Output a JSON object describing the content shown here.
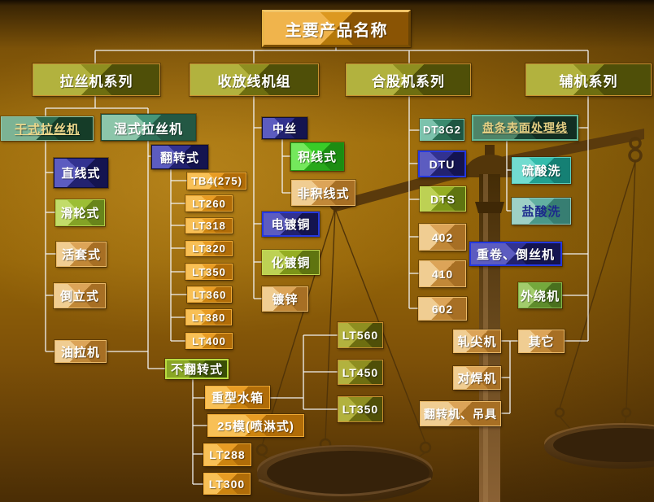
{
  "colors": {
    "background_gold": "#9a6a0a",
    "connector": "#f2f2f2",
    "box_orange": "#cc8410",
    "box_olive": "#6e6e10",
    "box_navy": "#222270",
    "box_tan": "#c18838",
    "box_green": "#2f7058",
    "box_turquoise": "#22a090",
    "link_text_gold": "#e4d084"
  },
  "nodes": {
    "title": "主要产品名称",
    "lasiji": "拉丝机系列",
    "shoufangxian": "收放线机组",
    "hegu": "合股机系列",
    "fuji": "辅机系列",
    "ganshi": "干式拉丝机",
    "shishi": "湿式拉丝机",
    "zhixianshi": "直线式",
    "hualunshi": "滑轮式",
    "huotaoshi": "活套式",
    "daolishi": "倒立式",
    "youlaji": "油拉机",
    "fanzhuanshi": "翻转式",
    "tb4": "TB4(275)",
    "lt260": "LT260",
    "lt318": "LT318",
    "lt320": "LT320",
    "lt350a": "LT350",
    "lt360": "LT360",
    "lt380": "LT380",
    "lt400": "LT400",
    "bufanzhuanshi": "不翻转式",
    "zhongxingshuixiang": "重型水箱",
    "mo25": "25模(喷淋式)",
    "lt288": "LT288",
    "lt300": "LT300",
    "lt560": "LT560",
    "lt450": "LT450",
    "lt350b": "LT350",
    "zhongsi": "中丝",
    "jixianshi": "积线式",
    "feijixianshi": "非积线式",
    "diandutong": "电镀铜",
    "huadutong": "化镀铜",
    "duxin": "镀锌",
    "dt3g2": "DT3G2",
    "dtu": "DTU",
    "dts": "DTS",
    "n402": "402",
    "n410": "410",
    "n602": "602",
    "pantiao": "盘条表面处理线",
    "liusuanxi": "硫酸洗",
    "yansuanxi": "盐酸洗",
    "zhongjuan": "重卷、倒丝机",
    "wairaoji": "外绕机",
    "qita": "其它",
    "zhajianji": "轧尖机",
    "duihanji": "对焊机",
    "fanzhuanji_diaoju": "翻转机、吊具"
  },
  "structure": {
    "title": "title",
    "branches": [
      {
        "key": "lasiji",
        "children": [
          {
            "key": "ganshi",
            "children": [
              "zhixianshi",
              "hualunshi",
              "huotaoshi",
              "daolishi",
              "youlaji"
            ]
          },
          {
            "key": "shishi",
            "children": [
              {
                "key": "fanzhuanshi",
                "children": [
                  "tb4",
                  "lt260",
                  "lt318",
                  "lt320",
                  "lt350a",
                  "lt360",
                  "lt380",
                  "lt400"
                ]
              },
              {
                "key": "bufanzhuanshi",
                "children": [
                  {
                    "key": "zhongxingshuixiang",
                    "children": [
                      "lt560",
                      "lt450",
                      "lt350b"
                    ]
                  },
                  "mo25",
                  "lt288",
                  "lt300"
                ]
              }
            ]
          }
        ]
      },
      {
        "key": "shoufangxian",
        "children": [
          {
            "key": "zhongsi",
            "children": [
              "jixianshi",
              "feijixianshi"
            ]
          },
          "diandutong",
          "huadutong",
          "duxin"
        ]
      },
      {
        "key": "hegu",
        "children": [
          "dt3g2",
          "dtu",
          "dts",
          "n402",
          "n410",
          "n602"
        ]
      },
      {
        "key": "fuji",
        "children": [
          {
            "key": "pantiao",
            "children": [
              "liusuanxi",
              "yansuanxi"
            ]
          },
          "zhongjuan",
          "wairaoji",
          {
            "key": "qita",
            "children": [
              "zhajianji",
              "duihanji",
              "fanzhuanji_diaoju"
            ]
          }
        ]
      }
    ]
  }
}
